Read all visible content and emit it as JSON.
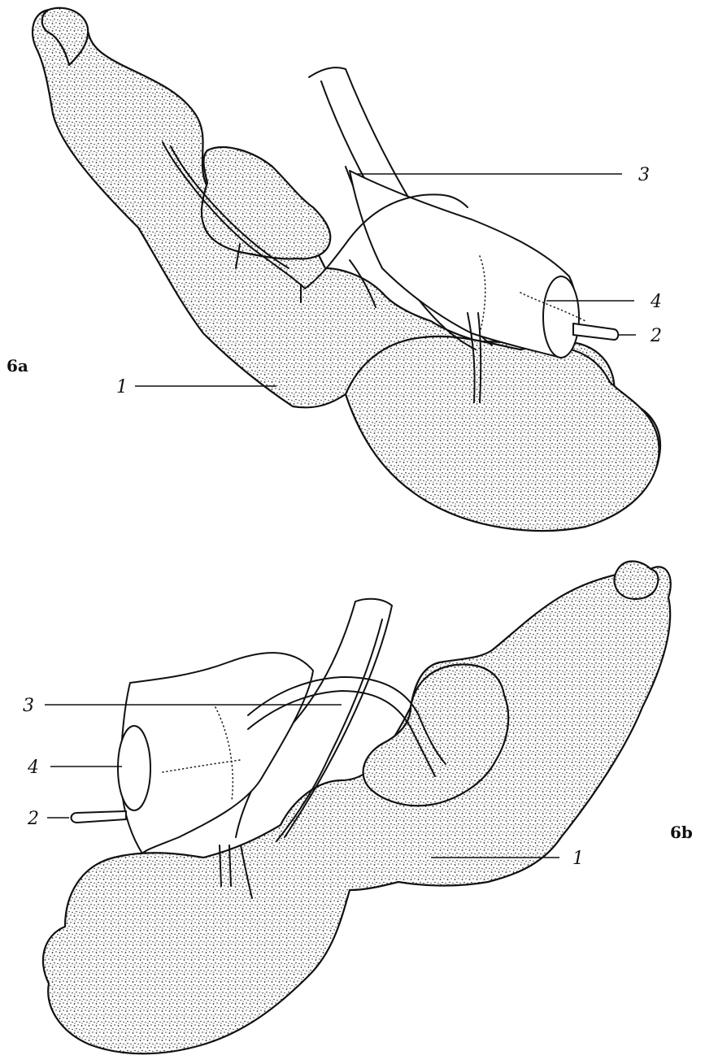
{
  "panels": [
    {
      "id": "6a",
      "figure_label": "6a",
      "callouts": [
        {
          "number": "3"
        },
        {
          "number": "4"
        },
        {
          "number": "2"
        },
        {
          "number": "1"
        }
      ]
    },
    {
      "id": "6b",
      "figure_label": "6b",
      "callouts": [
        {
          "number": "3"
        },
        {
          "number": "4"
        },
        {
          "number": "2"
        },
        {
          "number": "1"
        }
      ]
    }
  ]
}
